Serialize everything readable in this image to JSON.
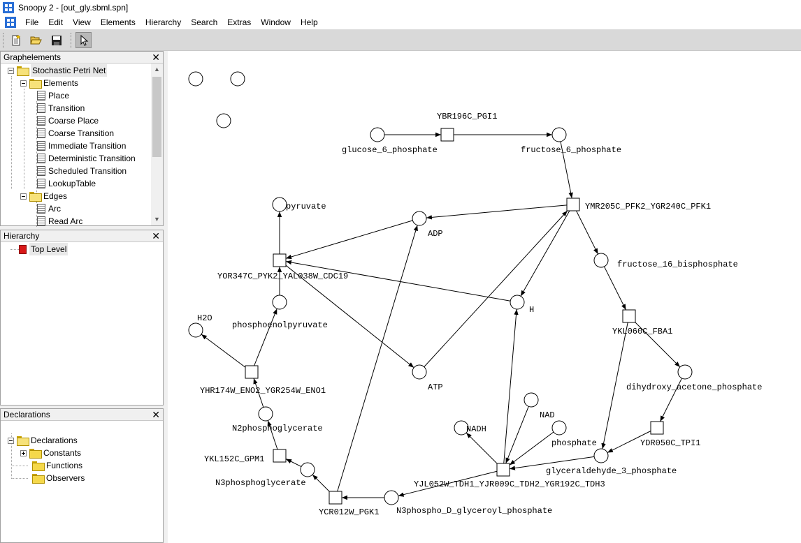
{
  "window": {
    "title": "Snoopy 2 - [out_gly.sbml.spn]"
  },
  "menu": [
    "File",
    "Edit",
    "View",
    "Elements",
    "Hierarchy",
    "Search",
    "Extras",
    "Window",
    "Help"
  ],
  "toolbar": {
    "icons": [
      "new-file-icon",
      "open-folder-icon",
      "save-disk-icon",
      "select-pointer-icon"
    ]
  },
  "graphelements": {
    "title": "Graphelements",
    "root": "Stochastic Petri Net",
    "elements_label": "Elements",
    "elements": [
      "Place",
      "Transition",
      "Coarse Place",
      "Coarse Transition",
      "Immediate Transition",
      "Deterministic Transition",
      "Scheduled Transition",
      "LookupTable"
    ],
    "edges_label": "Edges",
    "edges": [
      "Arc",
      "Read Arc"
    ]
  },
  "hierarchy": {
    "title": "Hierarchy",
    "root": "Top Level"
  },
  "declarations": {
    "title": "Declarations",
    "root": "Declarations",
    "items": [
      "Constants",
      "Functions",
      "Observers"
    ]
  },
  "net": {
    "places": [
      {
        "label": ""
      },
      {
        "label": ""
      },
      {
        "label": ""
      },
      {
        "label": "glucose_6_phosphate"
      },
      {
        "label": "fructose_6_phosphate"
      },
      {
        "label": "pyruvate"
      },
      {
        "label": "ADP"
      },
      {
        "label": "fructose_16_bisphosphate"
      },
      {
        "label": "phosphoenolpyruvate"
      },
      {
        "label": "H"
      },
      {
        "label": "H2O"
      },
      {
        "label": "ATP"
      },
      {
        "label": "dihydroxy_acetone_phosphate"
      },
      {
        "label": "N2phosphoglycerate"
      },
      {
        "label": "NAD"
      },
      {
        "label": "NADH"
      },
      {
        "label": "phosphate"
      },
      {
        "label": "glyceraldehyde_3_phosphate"
      },
      {
        "label": "N3phosphoglycerate"
      },
      {
        "label": "N3phospho_D_glyceroyl_phosphate"
      }
    ],
    "transitions": [
      {
        "label": "YBR196C_PGI1"
      },
      {
        "label": "YMR205C_PFK2_YGR240C_PFK1"
      },
      {
        "label": "YOR347C_PYK2_YAL038W_CDC19"
      },
      {
        "label": "YKL060C_FBA1"
      },
      {
        "label": "YHR174W_ENO2_YGR254W_ENO1"
      },
      {
        "label": "YDR050C_TPI1"
      },
      {
        "label": "YKL152C_GPM1"
      },
      {
        "label": "YJL052W_TDH1_YJR009C_TDH2_YGR192C_TDH3"
      },
      {
        "label": "YCR012W_PGK1"
      }
    ]
  }
}
